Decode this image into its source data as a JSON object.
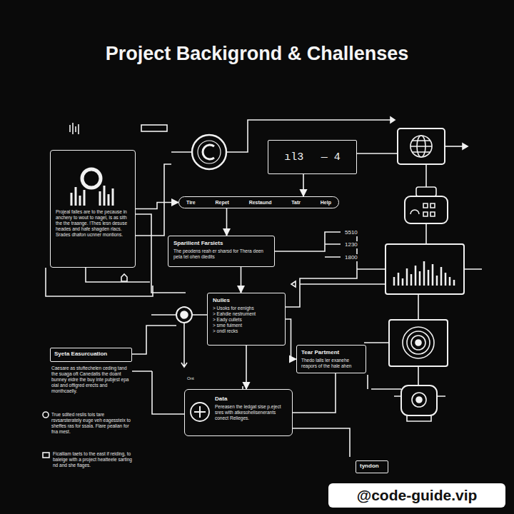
{
  "diagram": {
    "title": "Project Backigrond & Challenses",
    "nodes": [
      {
        "text": [
          "Projeal falles are to the pecause in anchery to wout to nagel, is as sith the the traange. !Thes lesn desuse heades and hafe shagden rlacs. Srades dhafon ucnner montions."
        ]
      },
      {
        "text": [
          "ıl3",
          "— 4"
        ]
      },
      {
        "text": [
          "Tire",
          "Repet",
          "Restaund",
          "Tatr",
          "Help"
        ]
      },
      {
        "text": [
          "Sparilient Farsiets",
          "The peodens reah er sharsd for Thera deen pela tel ohen diedits"
        ]
      },
      {
        "text": [
          "Nulles",
          "> Usoks for eenighs",
          "> Eahdie nestrument",
          "> Eady cullets",
          "> sme fuiment",
          "> ondl recks"
        ]
      },
      {
        "text": [
          "Syeta Easurcuation"
        ]
      },
      {
        "text": [
          "Tear Partment",
          "Thedo lalls ler exanehe reapors of the hale ahen"
        ]
      },
      {
        "text": [
          "Data",
          "Pereasen the ledgat sise p.eject sres with atkesohelisenerants conect Relieges."
        ]
      },
      {
        "text": [
          "tyndon"
        ]
      }
    ],
    "edges": [
      {
        "from": 0,
        "to": 2,
        "arrow": "to"
      },
      {
        "from": 1,
        "to": 2,
        "arrow": "to"
      },
      {
        "from": 2,
        "to": 3,
        "arrow": "to"
      },
      {
        "from": 3,
        "to": 4,
        "arrow": "to"
      },
      {
        "from": 4,
        "to": 6,
        "arrow": "to"
      },
      {
        "from": 4,
        "to": 7,
        "arrow": "to"
      }
    ],
    "labels": [
      "5510",
      "1230",
      "1800",
      "Ont",
      "Caesare as stuftechelen ceding tand the suaga oft Canedatis the doant bunney eidre the buy inte pubjest epa oial and offigred erects and monthcaelly.",
      "True sdited reslis tois tare rsvsarsterately euge veh eagessteix to sheffes ras for ssaia. Flare pealian for fna mest.",
      "Ficalliam taets to the east if reiding, to baleige with a project heatteele sarting nd and she fiages.",
      "@code-guide.vip"
    ]
  }
}
